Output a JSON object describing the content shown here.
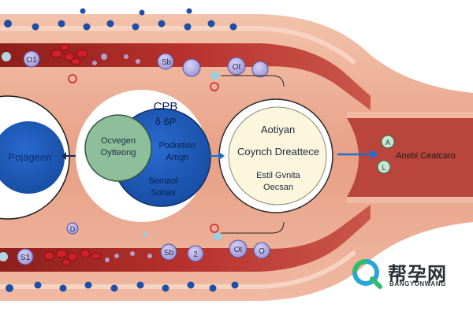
{
  "diagram": {
    "left_cell_label": "Pojageen",
    "cluster": {
      "green_label_line1": "Ocvegen",
      "green_label_line2": "Oytteong",
      "blue_top_line1": "CPB",
      "blue_top_line2": "δ 6P",
      "blue_mid_line1": "Podretion",
      "blue_mid_line2": "Amgn",
      "blue_bottom_line1": "Semaol",
      "blue_bottom_line2": "Sohas"
    },
    "right_cell": {
      "title_line1": "Aotiyan",
      "title_line2": "Coynch Dreattece",
      "sub_line1": "Estil Gvnita",
      "sub_line2": "Oecsan"
    },
    "outlet_label": "Anebi Ceatcaro",
    "top_bubbles": [
      "O1",
      "Sb",
      "Ot"
    ],
    "bottom_bubbles": [
      "S1",
      "Sb",
      "2",
      "Ot",
      "O"
    ],
    "bubble_small_letters": [
      "A",
      "L",
      "D"
    ]
  },
  "brand": {
    "name_cn": "帮孕网",
    "name_en": "BANGYUNWANG"
  },
  "colors": {
    "tissue": "#e9a389",
    "vessel": "#b8322c",
    "vessel_dark": "#8d1f1c",
    "blue_cell": "#1b57b6",
    "green_cell": "#8fbf9a",
    "cream_cell": "#fbf6dc",
    "bubble": "#a7a1de",
    "rbc": "#d1202a",
    "arrow": "#1f6fd0"
  }
}
